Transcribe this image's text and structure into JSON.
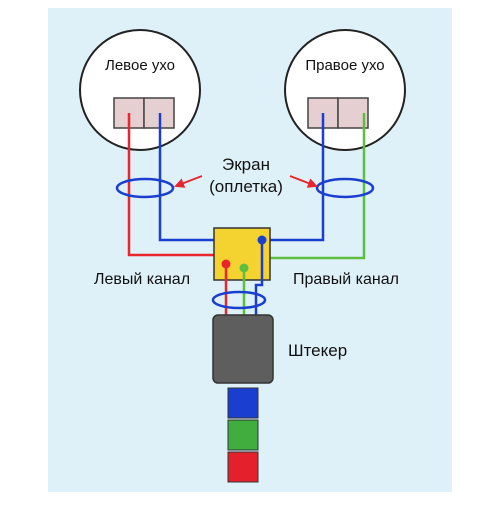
{
  "labels": {
    "left_ear": "Левое ухо",
    "right_ear": "Правое ухо",
    "shield_line1": "Экран",
    "shield_line2": "(оплетка)",
    "left_channel": "Левый канал",
    "right_channel": "Правый канал",
    "plug": "Штекер"
  },
  "colors": {
    "background": "#dff1f8",
    "left_wire": "#e8262c",
    "right_wire": "#5cbf3f",
    "common_wire": "#1a3fd0",
    "junction_box": "#f4d330",
    "plug_body": "#5e5e5e",
    "terminal": "#e6cfd0",
    "contact_tip": "#1a3fd0",
    "contact_ring": "#3fae3f",
    "contact_sleeve": "#e3202b",
    "arrow": "#e8262c"
  }
}
